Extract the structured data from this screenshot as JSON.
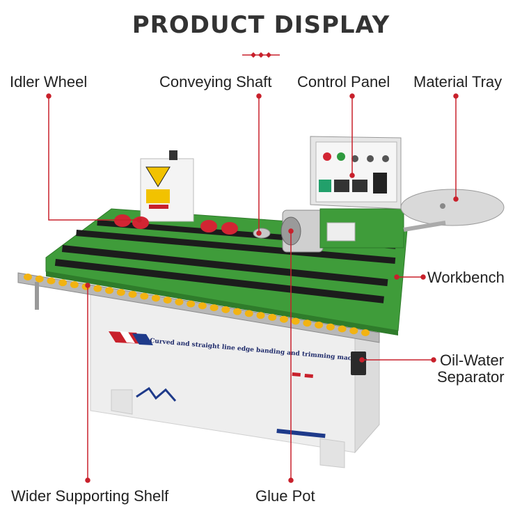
{
  "header": {
    "title": "PRODUCT DISPLAY"
  },
  "labels": {
    "idler_wheel": "Idler Wheel",
    "conveying_shaft": "Conveying Shaft",
    "control_panel": "Control Panel",
    "material_tray": "Material Tray",
    "workbench": "Workbench",
    "oil_water_line1": "Oil-Water",
    "oil_water_line2": "Separator",
    "wider_supporting_shelf": "Wider Supporting Shelf",
    "glue_pot": "Glue Pot"
  },
  "machine": {
    "body_text": "Curved and straight line edge banding and trimming machine"
  },
  "colors": {
    "accent": "#c8202b",
    "workbench": "#3f9c3a",
    "cabinet": "#eeeeee",
    "rollers": "#f2b312"
  }
}
